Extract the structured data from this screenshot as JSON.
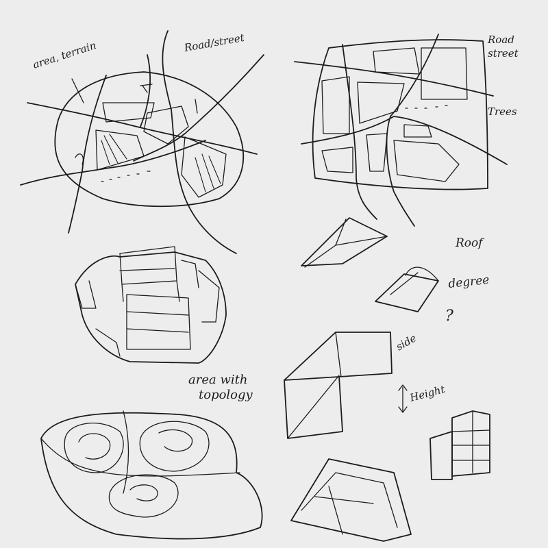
{
  "labels": {
    "area_terrain": "area, terrain",
    "road_street_1": "Road/street",
    "road_street_2_line1": "Road",
    "road_street_2_line2": "street",
    "trees": "Trees",
    "roof": "Roof",
    "degree": "degree",
    "question": "?",
    "side": "side",
    "height": "Height",
    "area_with_line1": "area with",
    "area_with_line2": "topology"
  },
  "colors": {
    "paper": "#ededed",
    "ink": "#1c1c1c"
  }
}
